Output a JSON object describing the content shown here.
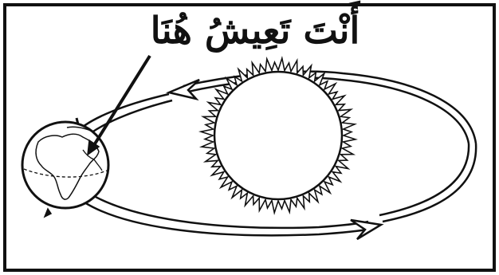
{
  "caption": "أَنْتَ تَعِيشُ هُنَا",
  "colors": {
    "stroke": "#111111",
    "background": "#ffffff"
  },
  "objects": {
    "sun": "sun",
    "earth": "earth-globe",
    "orbit": "orbit-ellipse"
  }
}
